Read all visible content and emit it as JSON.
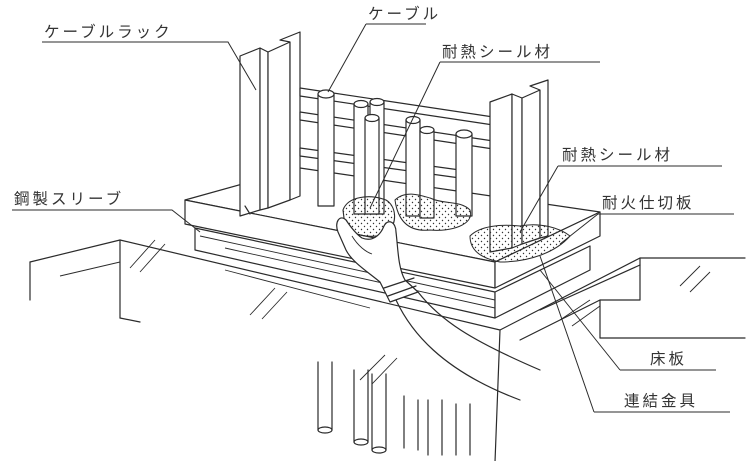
{
  "labels": {
    "cable_rack": "ケーブルラック",
    "cable": "ケーブル",
    "seal_top": "耐熱シール材",
    "steel_sleeve": "鋼製スリーブ",
    "seal_right": "耐熱シール材",
    "fire_partition": "耐火仕切板",
    "floor_slab": "床板",
    "connector": "連結金具"
  },
  "colors": {
    "line": "#2b2b2b",
    "text": "#333333",
    "background": "#ffffff"
  }
}
